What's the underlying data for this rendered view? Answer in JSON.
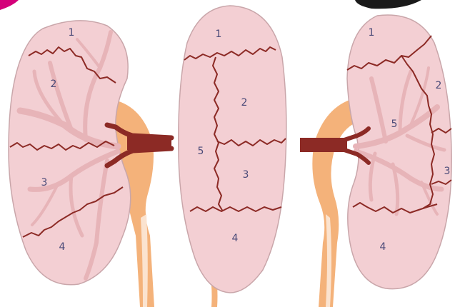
{
  "colors": {
    "kidney_fill": "#f3cfd3",
    "kidney_stroke": "#c9a6aa",
    "artery": "#8c2a25",
    "vessel_light": "#e7b4b8",
    "ureter": "#f4b27a",
    "ureter_light": "#fbe3cf",
    "label": "#4a4a78",
    "corner_magenta": "#d4007a",
    "corner_dark": "#1a1a1a"
  },
  "left_kidney": {
    "segments": [
      {
        "label": "1"
      },
      {
        "label": "2"
      },
      {
        "label": "3"
      },
      {
        "label": "4"
      }
    ]
  },
  "middle_kidney": {
    "segments": [
      {
        "label": "1"
      },
      {
        "label": "2"
      },
      {
        "label": "5"
      },
      {
        "label": "3"
      },
      {
        "label": "4"
      }
    ]
  },
  "right_kidney": {
    "segments": [
      {
        "label": "1"
      },
      {
        "label": "2"
      },
      {
        "label": "5"
      },
      {
        "label": "3"
      },
      {
        "label": "4"
      }
    ]
  }
}
